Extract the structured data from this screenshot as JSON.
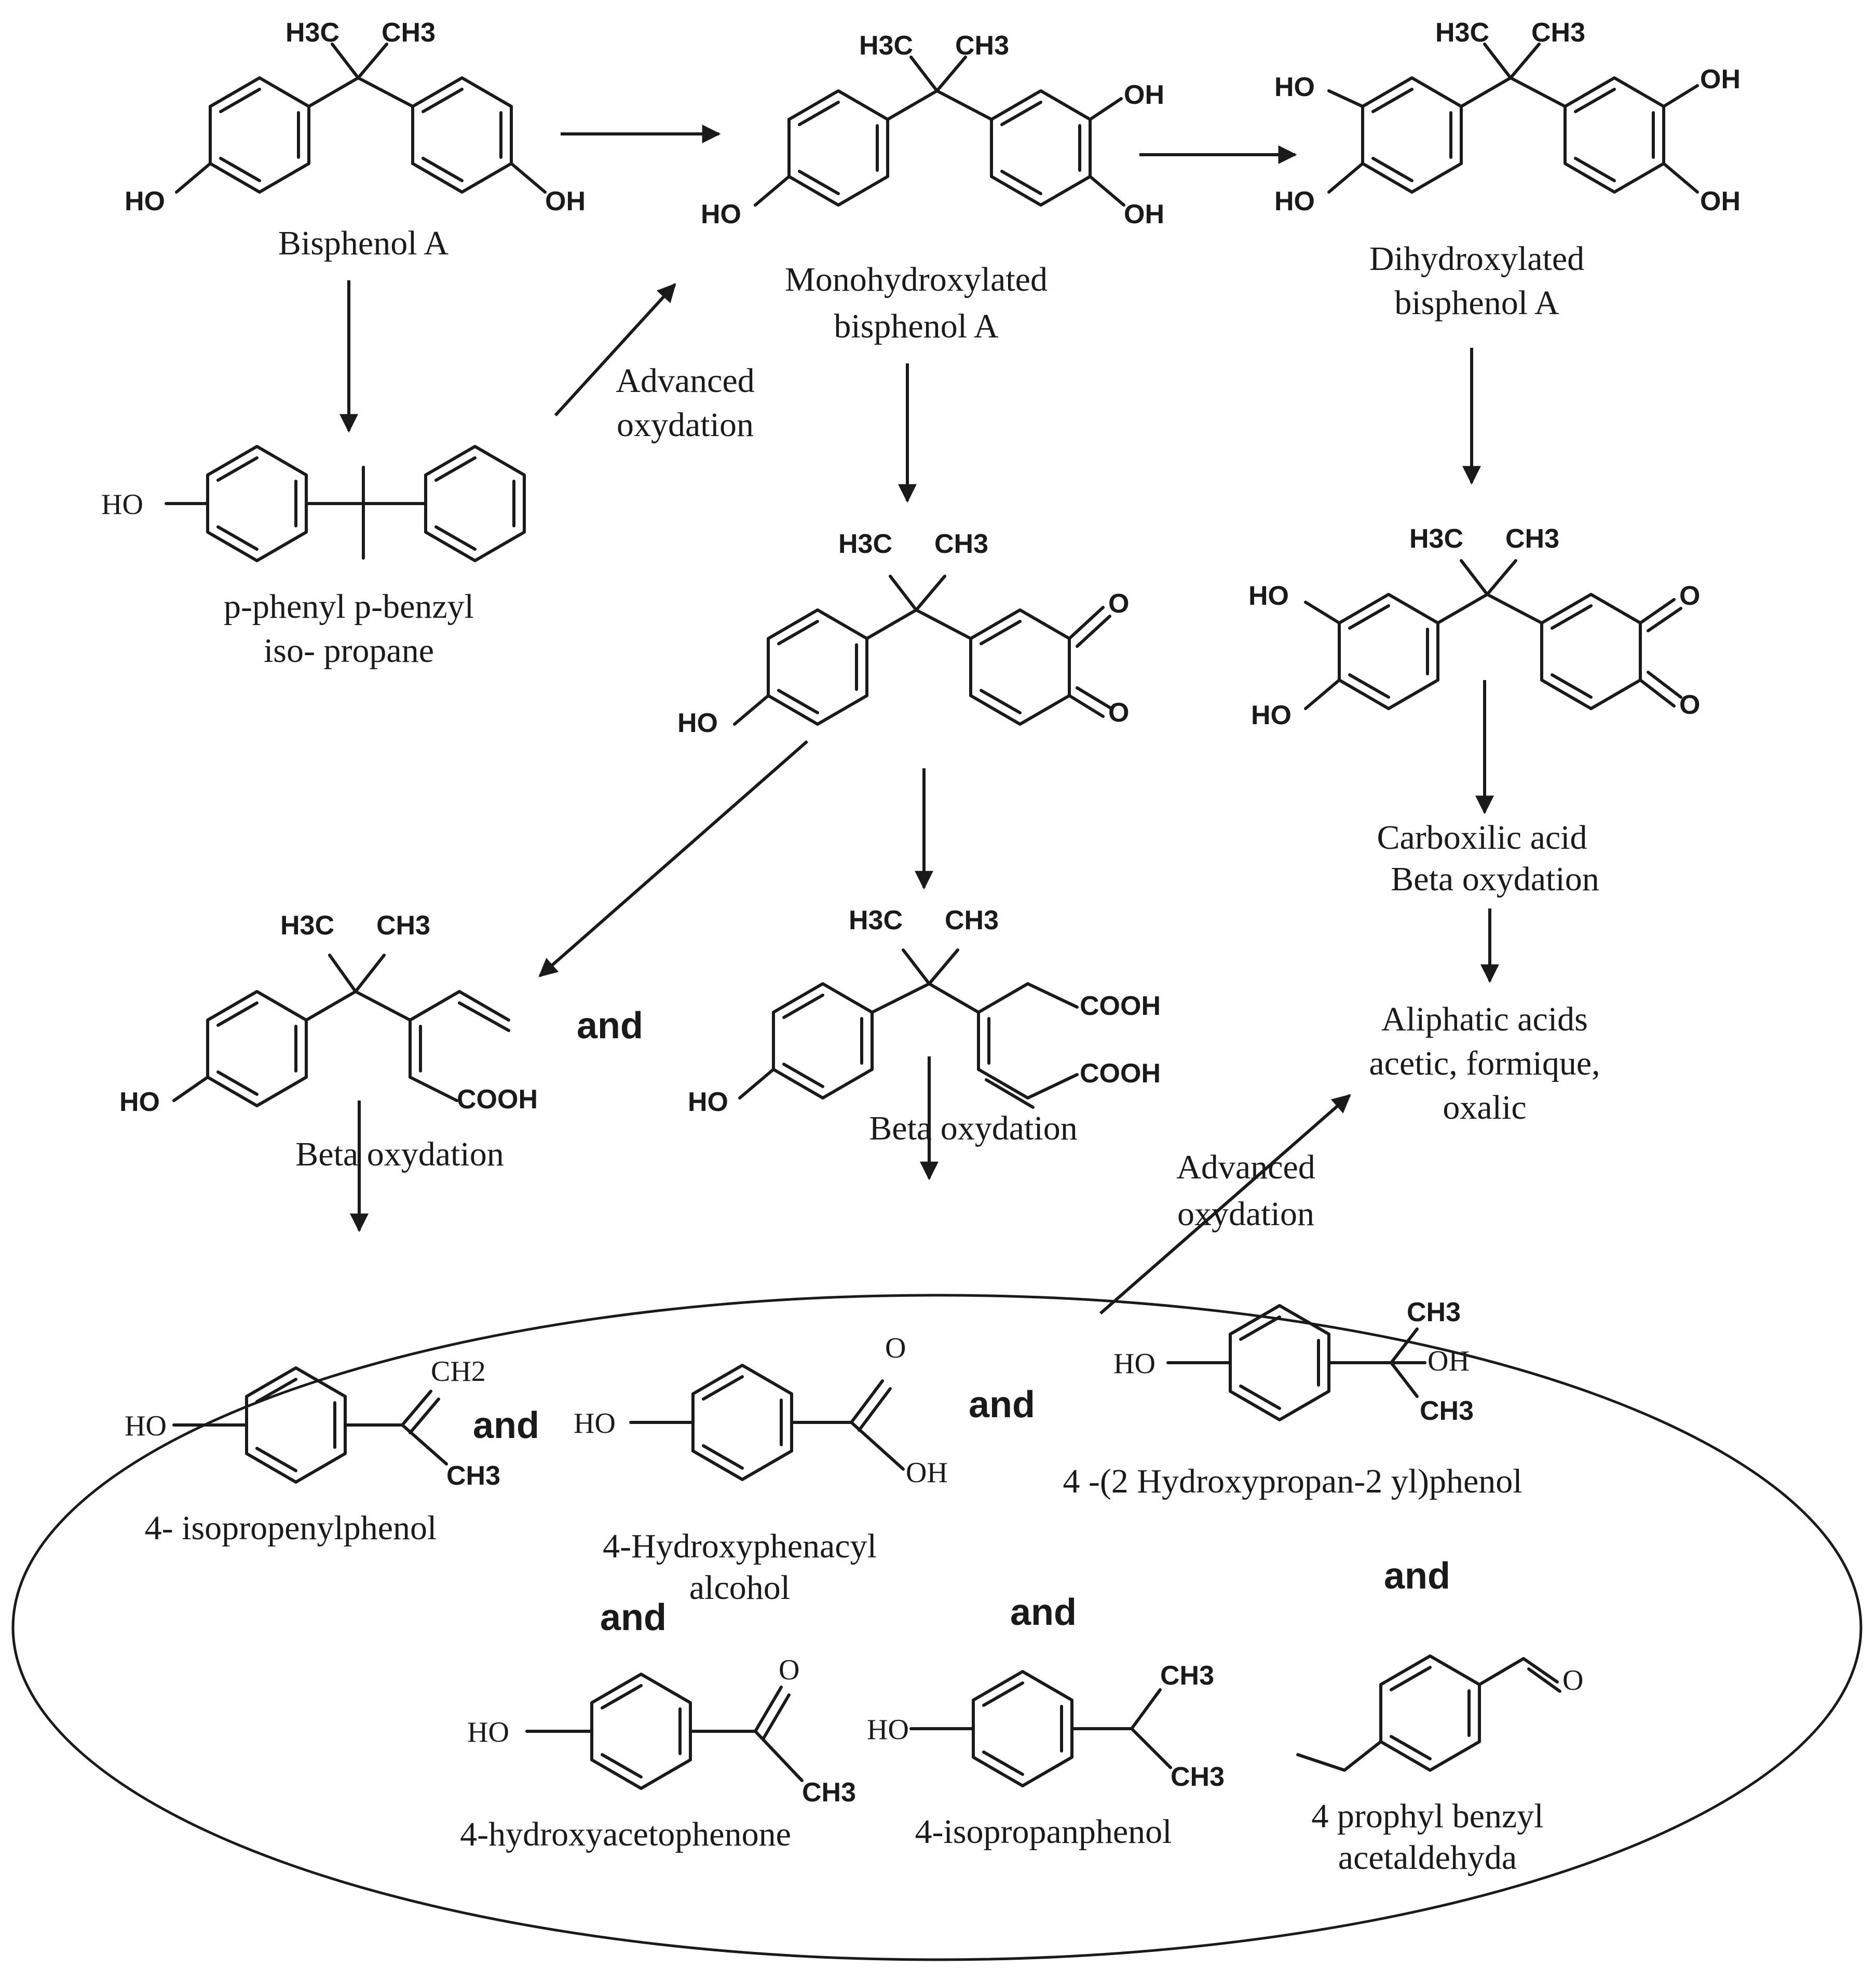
{
  "compounds": {
    "bpa": "Bisphenol A",
    "mono": [
      "Monohydroxylated",
      "bisphenol A"
    ],
    "di": [
      "Dihydroxylated",
      "bisphenol A"
    ],
    "ppb": [
      "p-phenyl p-benzyl",
      "iso-  propane"
    ],
    "isopropenyl": "4- isopropenylphenol",
    "hydroxyphenacyl": [
      "4-Hydroxyphenacyl",
      "alcohol"
    ],
    "hydroxypropanyl": "4 -(2 Hydroxypropan-2 yl)phenol",
    "acetophenone": "4-hydroxyacetophenone",
    "isopropanphenol": "4-isopropanphenol",
    "benzylacetaldehyde": [
      "4 prophyl benzyl",
      "acetaldehyda"
    ],
    "aliphatic": [
      "Aliphatic acids",
      "acetic, formique,",
      "oxalic"
    ]
  },
  "processes": {
    "advanced_oxidation": [
      "Advanced",
      "oxydation"
    ],
    "beta_oxidation": "Beta oxydation",
    "carboxilic": [
      "Carboxilic acid",
      "Beta oxydation"
    ]
  },
  "connector": "and",
  "atoms": {
    "h3c": "H3C",
    "ch3": "CH3",
    "ch2": "CH2",
    "oh": "OH",
    "ho": "HO",
    "o": "O",
    "cooh": "COOH"
  }
}
